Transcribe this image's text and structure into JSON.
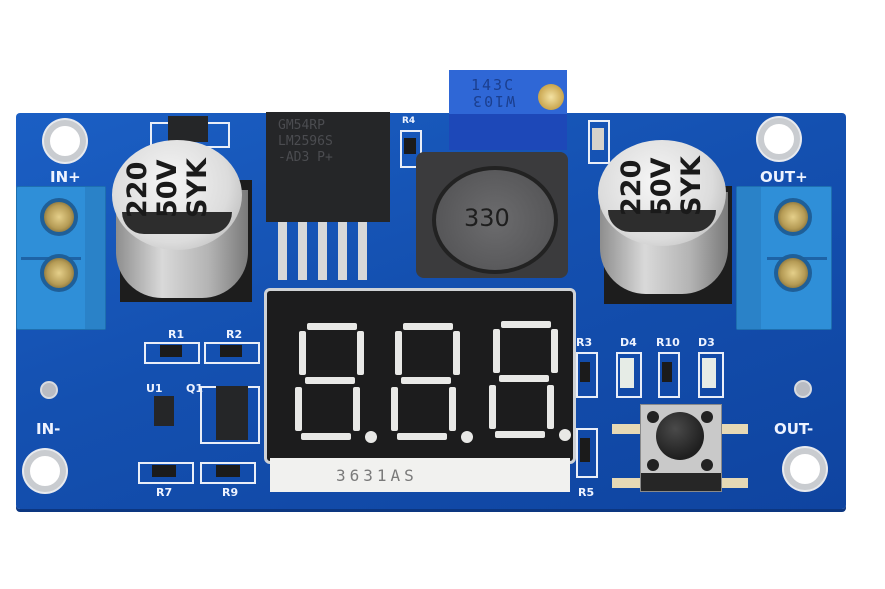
{
  "image": {
    "subject": "DC-DC step-down buck converter module with 3-digit LED voltmeter",
    "background_color": "#ffffff",
    "pcb_color": "#1656bb"
  },
  "silkscreen": {
    "in_plus": "IN+",
    "in_minus": "IN-",
    "out_plus": "OUT+",
    "out_minus": "OUT-",
    "r1": "R1",
    "r2": "R2",
    "r3": "R3",
    "r4": "R4",
    "r5": "R5",
    "r7": "R7",
    "r9": "R9",
    "r10": "R10",
    "d3": "D3",
    "d4": "D4",
    "u1": "U1",
    "q1": "Q1"
  },
  "components": {
    "regulator_ic": {
      "line1": "GM54RP",
      "line2": "LM2596S",
      "line3": "-AD3  P+"
    },
    "potentiometer": {
      "line1": "143C",
      "line2": "W103"
    },
    "inductor": {
      "marking": "330"
    },
    "capacitor_left": {
      "line1": "220",
      "line2": "50V",
      "line3": "SYK"
    },
    "capacitor_right": {
      "line1": "220",
      "line2": "50V",
      "line3": "SYK"
    },
    "display": {
      "digits": 3,
      "label": "3631AS",
      "segment_color": "#e8e8e6",
      "body_color": "#1c1c1d"
    }
  }
}
